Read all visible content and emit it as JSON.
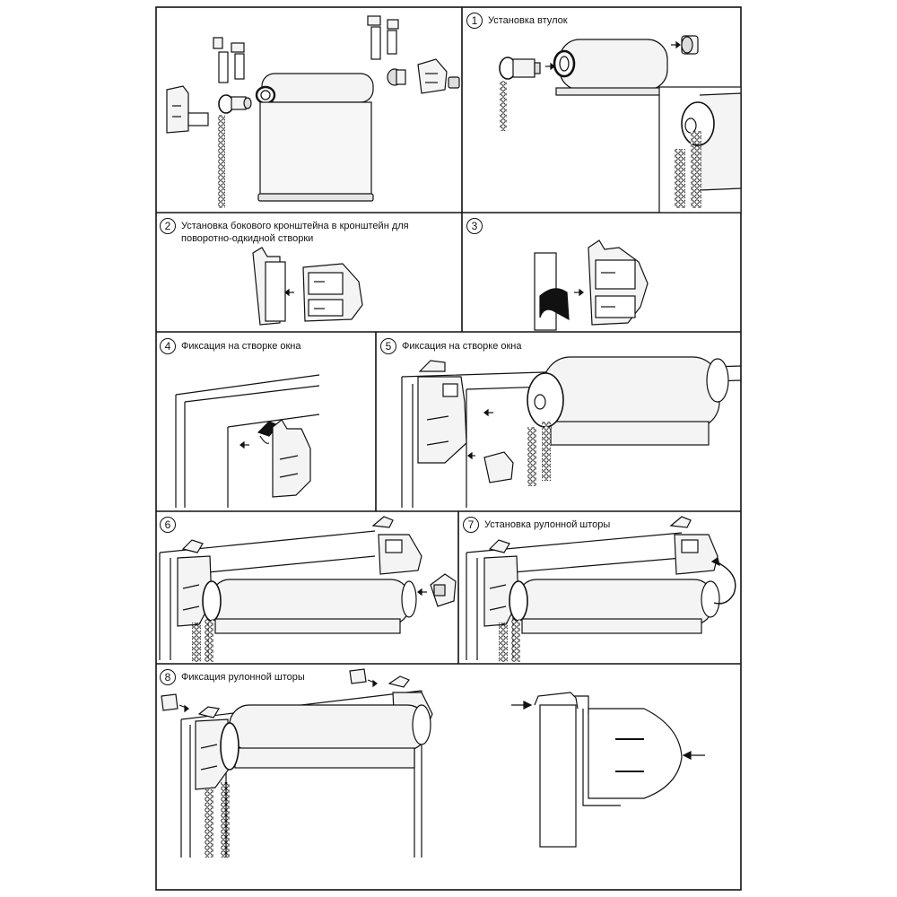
{
  "panels": [
    {
      "id": 0,
      "num": "",
      "caption": ""
    },
    {
      "id": 1,
      "num": "1",
      "caption": "Установка втулок"
    },
    {
      "id": 2,
      "num": "2",
      "caption": "Установка бокового кронштейна в кронштейн для поворотно-одкидной створки"
    },
    {
      "id": 3,
      "num": "3",
      "caption": ""
    },
    {
      "id": 4,
      "num": "4",
      "caption": "Фиксация на створке окна"
    },
    {
      "id": 5,
      "num": "5",
      "caption": "Фиксация на створке окна"
    },
    {
      "id": 6,
      "num": "6",
      "caption": ""
    },
    {
      "id": 7,
      "num": "7",
      "caption": "Установка рулонной шторы"
    },
    {
      "id": 8,
      "num": "8",
      "caption": "Фиксация рулонной шторы"
    }
  ],
  "colors": {
    "line": "#111111",
    "paper": "#ffffff",
    "fill": "#f4f4f4"
  }
}
